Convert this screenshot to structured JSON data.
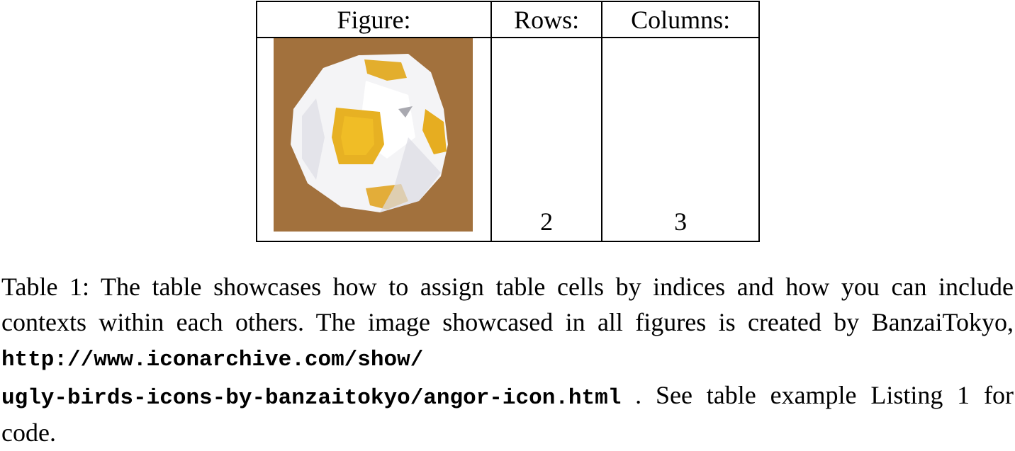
{
  "table": {
    "headers": {
      "figure": "Figure:",
      "rows": "Rows:",
      "columns": "Columns:"
    },
    "values": {
      "rows": "2",
      "columns": "3"
    },
    "image_icon": "egg-ball-image"
  },
  "caption": {
    "label": "Table 1:",
    "text_part1": " The table showcases how to assign table cells by indices and how you can include contexts within each others. The image showcased in all figures is created by BanzaiTokyo, ",
    "url_part1": "http://www.iconarchive.com/show/",
    "url_part2": "ugly-birds-icons-by-banzaitokyo/angor-icon.html",
    "text_part2": " . See table example Listing 1 for code."
  }
}
